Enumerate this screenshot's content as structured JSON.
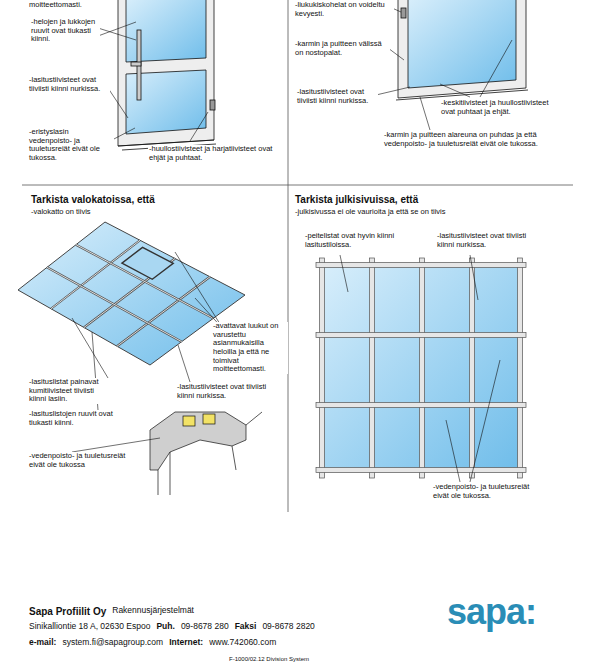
{
  "diagram": {
    "labels": [
      "moitteettomasti.",
      "-helojen ja lukkojen ruuvit ovat tiukasti kiinni.",
      "-lasitustiivisteet ovat tiiviisti kiinni nurkissa.",
      "-eristyslasin vedenpoisto- ja tuuletusreiät eivät ole tukossa.",
      "-huullostiivisteet ja harjatiivisteet ovat ehjät ja puhtaat.",
      "-liukukiskohelat on voideltu kevyesti.",
      "-karmin ja puitteen välissä on nostopalat.",
      "-lasitustiivisteet ovat tiiviisti kiinni nurkissa.",
      "-keskitiivisteet ja huullostiivisteet ovat puhtaat ja ehjät.",
      "-karmin ja puitteen alareuna on puhdas ja että vedenpoisto- ja tuuletusreiät eivät ole tukossa.",
      "Tarkista valokatoissa, että",
      "-valokatto on tiivis",
      "-avattavat luukut on varustettu asianmukaisilla heloilla ja että ne toimivat moitteettomasti.",
      "-lasituslistat painavat kumitiivisteet tiiviisti kiinni lasiin.",
      "-lasitustiivisteet ovat tiiviisti kiinni nurkissa.",
      "-lasituslistojen ruuvit ovat tiukasti kiinni.",
      "-vedenpoisto- ja tuuletusreiät eivät ole tukossa",
      "Tarkista julkisivuissa, että",
      "-julkisivussa ei ole vaurioita ja että se on tiivis",
      "-peitelistat ovat hyvin kiinni lasitustiloissa.",
      "-lasitustiivisteet ovat tiiviisti kiinni nurkissa.",
      "-vedenpoisto- ja tuuletusreiät eivät ole tukossa.",
      "Sapa Profiilit Oy",
      "Rakennusjärjestelmät",
      "Sinikalliontie 18 A, 02630 Espoo",
      "Puh.",
      "09-8678 280",
      "Faksi",
      "09-8678 2820",
      "e-mail:",
      "system.fi@sapagroup.com",
      "Internet:",
      "www.742060.com",
      "sapa:",
      "F-1000/02.12 Division System"
    ]
  }
}
